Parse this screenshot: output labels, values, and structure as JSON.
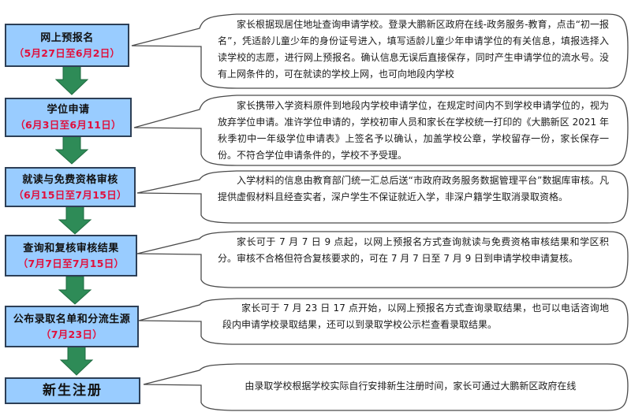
{
  "colors": {
    "box_fill": "#99ccff",
    "box_border": "#2d3f56",
    "arrow": "#2e8b57",
    "date_text": "#e0103c",
    "callout_border": "#555555"
  },
  "steps": [
    {
      "title": "网上预报名",
      "date": "（5月27日至6月2日）",
      "description": "家长根据现居住地址查询申请学校。登录大鹏新区政府在线-政务服务-教育，点击“初一报名”，凭适龄儿童少年的身份证号进入，填写适龄儿童少年申请学位的有关信息，填报选择入读学校的志愿，进行网上预报名。确认信息无误后直接保存，同时产生申请学位的流水号。没有上网条件的，可在就读的学校上网，也可向地段内学校"
    },
    {
      "title": "学位申请",
      "date": "（6月3日至6月11日）",
      "description": "家长携带入学资料原件到地段内学校申请学位，在规定时间内不到学校申请学位的，视为放弃学位申请。准许学位申请的，学校初审人员和家长在学校统一打印的《大鹏新区 2021 年秋季初中一年级学位申请表》上签名予以确认，加盖学校公章，学校留存一份，家长保存一份。不符合学位申请条件的，学校不予受理。"
    },
    {
      "title": "就读与免费资格审核",
      "date": "（6月15日至7月15日）",
      "description": "入学材料的信息由教育部门统一汇总后送“市政府政务服务数据管理平台”数据库审核。凡提供虚假材料且经查实者，深户学生不保证就近入学，非深户籍学生取消录取资格。"
    },
    {
      "title": "查询和复核审核结果",
      "date": "（7月7日至7月15日）",
      "description": "家长可于 7 月 7 日 9 点起，以网上预报名方式查询就读与免费资格审核结果和学区积分。审核不合格但符合复核要求的，可在 7 月 7 日至 7 月 9 日到申请学校申请复核。"
    },
    {
      "title": "公布录取名单和分流生源",
      "date": "（7月23日）",
      "description": "家长可于 7 月 23 日 17 点开始，以网上预报名方式查询录取结果，也可以电话咨询地段内申请学校录取结果，还可以到录取学校公示栏查看录取结果。"
    },
    {
      "title": "新生注册",
      "date": "",
      "description": "由录取学校根据学校实际自行安排新生注册时间，家长可通过大鹏新区政府在线"
    }
  ]
}
